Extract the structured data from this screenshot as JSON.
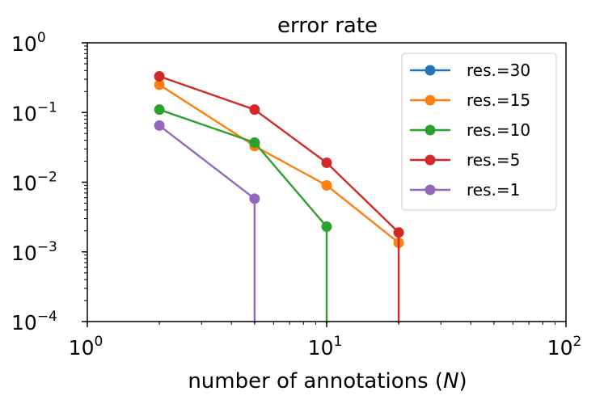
{
  "chart_data": {
    "type": "line",
    "title": "error rate",
    "xlabel_prefix": "number of annotations (",
    "xlabel_var": "N",
    "xlabel_suffix": ")",
    "ylabel": "",
    "x_scale": "log",
    "y_scale": "log",
    "xlim": [
      1,
      100
    ],
    "ylim": [
      0.0001,
      1
    ],
    "x_ticks": [
      {
        "value": 1,
        "base": "10",
        "exp": "0"
      },
      {
        "value": 10,
        "base": "10",
        "exp": "1"
      },
      {
        "value": 100,
        "base": "10",
        "exp": "2"
      }
    ],
    "y_ticks": [
      {
        "value": 1,
        "base": "10",
        "exp": "0"
      },
      {
        "value": 0.1,
        "base": "10",
        "exp": "−1"
      },
      {
        "value": 0.01,
        "base": "10",
        "exp": "−2"
      },
      {
        "value": 0.001,
        "base": "10",
        "exp": "−3"
      },
      {
        "value": 0.0001,
        "base": "10",
        "exp": "−4"
      }
    ],
    "grid": false,
    "legend_position": "top-right",
    "series": [
      {
        "name": "res.=30",
        "color": "#1f77b4",
        "x": [],
        "y": [],
        "drop_to_zero_at": null
      },
      {
        "name": "res.=15",
        "color": "#ff7f0e",
        "x": [
          2,
          5,
          10,
          20
        ],
        "y": [
          0.25,
          0.033,
          0.009,
          0.00135
        ],
        "drop_to_zero_at": null
      },
      {
        "name": "res.=10",
        "color": "#2ca02c",
        "x": [
          2,
          5,
          10
        ],
        "y": [
          0.11,
          0.037,
          0.0023
        ],
        "drop_to_zero_at": 10
      },
      {
        "name": "res.=5",
        "color": "#d62728",
        "x": [
          2,
          5,
          10,
          20
        ],
        "y": [
          0.33,
          0.11,
          0.019,
          0.0019
        ],
        "drop_to_zero_at": 20
      },
      {
        "name": "res.=1",
        "color": "#9467bd",
        "x": [
          2,
          5
        ],
        "y": [
          0.065,
          0.0058
        ],
        "drop_to_zero_at": 5
      }
    ]
  }
}
